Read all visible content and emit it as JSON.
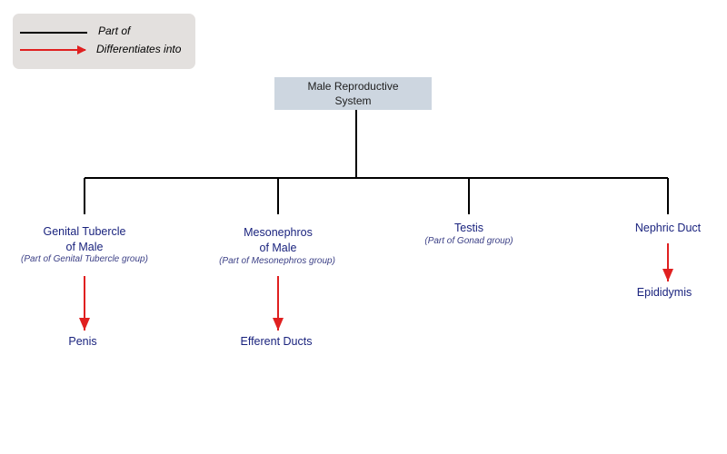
{
  "legend": {
    "part_of_label": "Part of",
    "differentiates_label": "Differentiates into",
    "part_of_color": "#000000",
    "differentiates_color": "#e02020"
  },
  "root": {
    "label": "Male Reproductive\nSystem"
  },
  "parts": [
    {
      "name": "Genital Tubercle\nof  Male",
      "note": "(Part of Genital Tubercle group)",
      "differentiates_into": "Penis"
    },
    {
      "name": "Mesonephros\nof Male",
      "note": "(Part of Mesonephros group)",
      "differentiates_into": "Efferent Ducts"
    },
    {
      "name": "Testis",
      "note": "(Part of Gonad group)",
      "differentiates_into": ""
    },
    {
      "name": "Nephric Duct",
      "note": "",
      "differentiates_into": "Epididymis"
    }
  ]
}
